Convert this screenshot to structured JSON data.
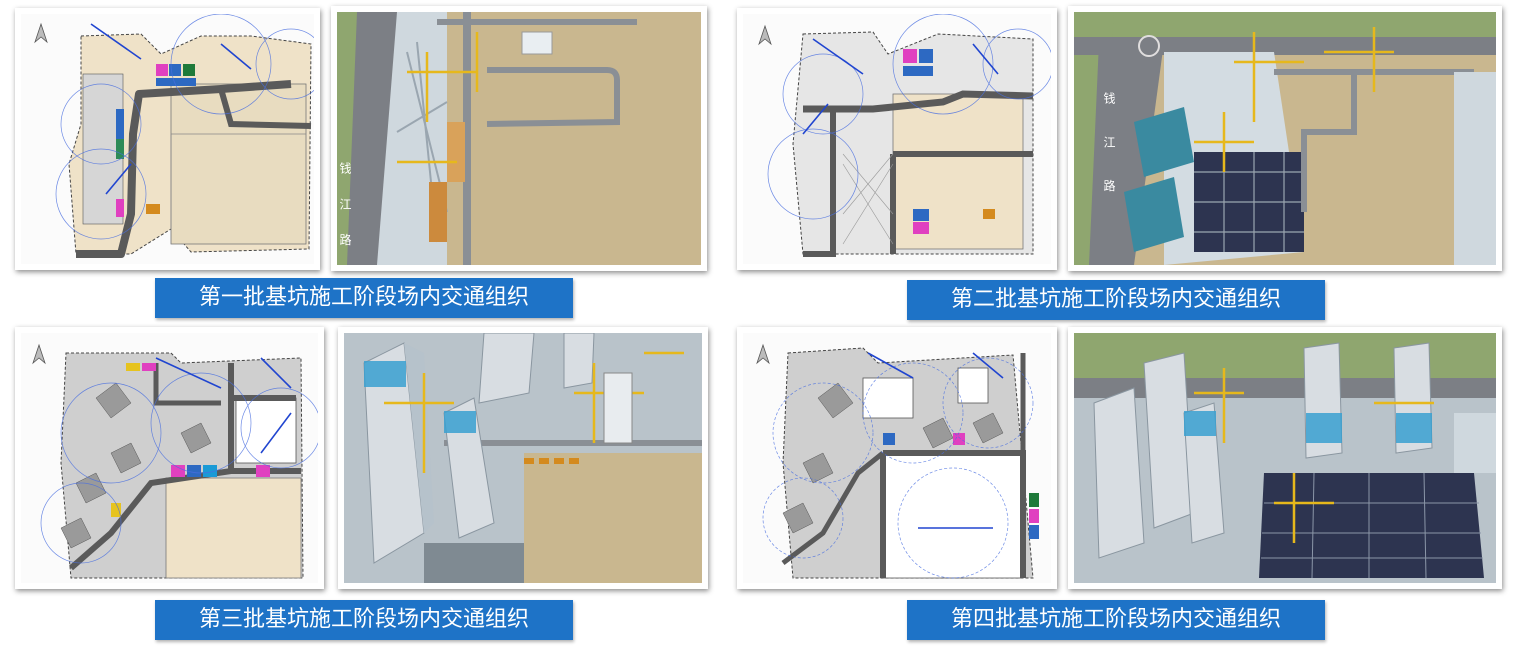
{
  "panels": [
    {
      "caption": "第一批基坑施工阶段场内交通组织"
    },
    {
      "caption": "第二批基坑施工阶段场内交通组织"
    },
    {
      "caption": "第三批基坑施工阶段场内交通组织"
    },
    {
      "caption": "第四批基坑施工阶段场内交通组织"
    }
  ],
  "road_label": "钱 江 路"
}
